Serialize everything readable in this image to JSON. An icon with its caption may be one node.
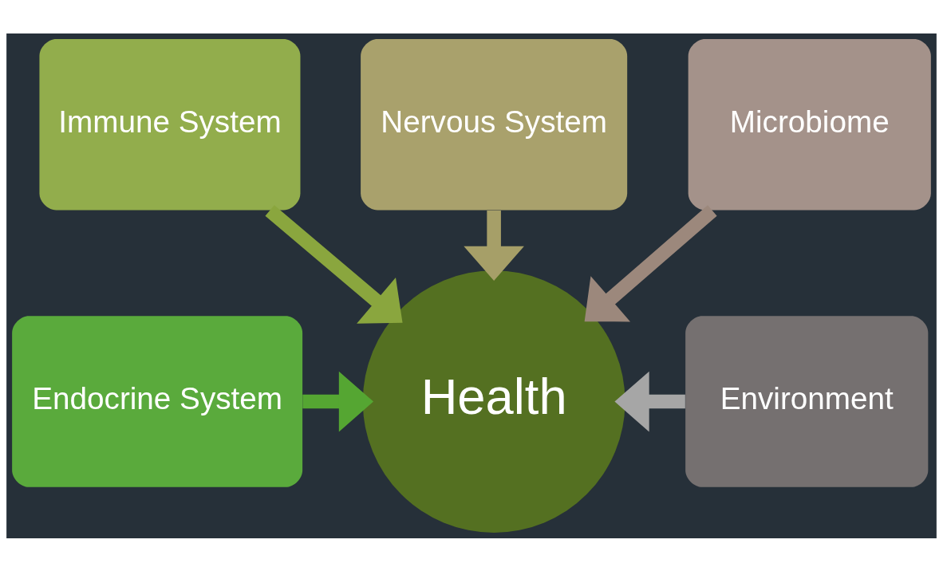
{
  "diagram": {
    "nodes": [
      {
        "text": [
          "Endocrine System"
        ]
      },
      {
        "text": [
          "Immune System"
        ]
      },
      {
        "text": [
          "Nervous System"
        ]
      },
      {
        "text": [
          "Microbiome"
        ]
      },
      {
        "text": [
          "Environment"
        ]
      },
      {
        "text": [
          "Health"
        ]
      }
    ],
    "edges": [
      {
        "from": 0,
        "to": 5,
        "arrow": "to",
        "color": "#55a632"
      },
      {
        "from": 1,
        "to": 5,
        "arrow": "to",
        "color": "#8aa63e"
      },
      {
        "from": 2,
        "to": 5,
        "arrow": "to",
        "color": "#a69f68"
      },
      {
        "from": 3,
        "to": 5,
        "arrow": "to",
        "color": "#9c887c"
      },
      {
        "from": 4,
        "to": 5,
        "arrow": "to",
        "color": "#a6a6a6"
      }
    ]
  }
}
